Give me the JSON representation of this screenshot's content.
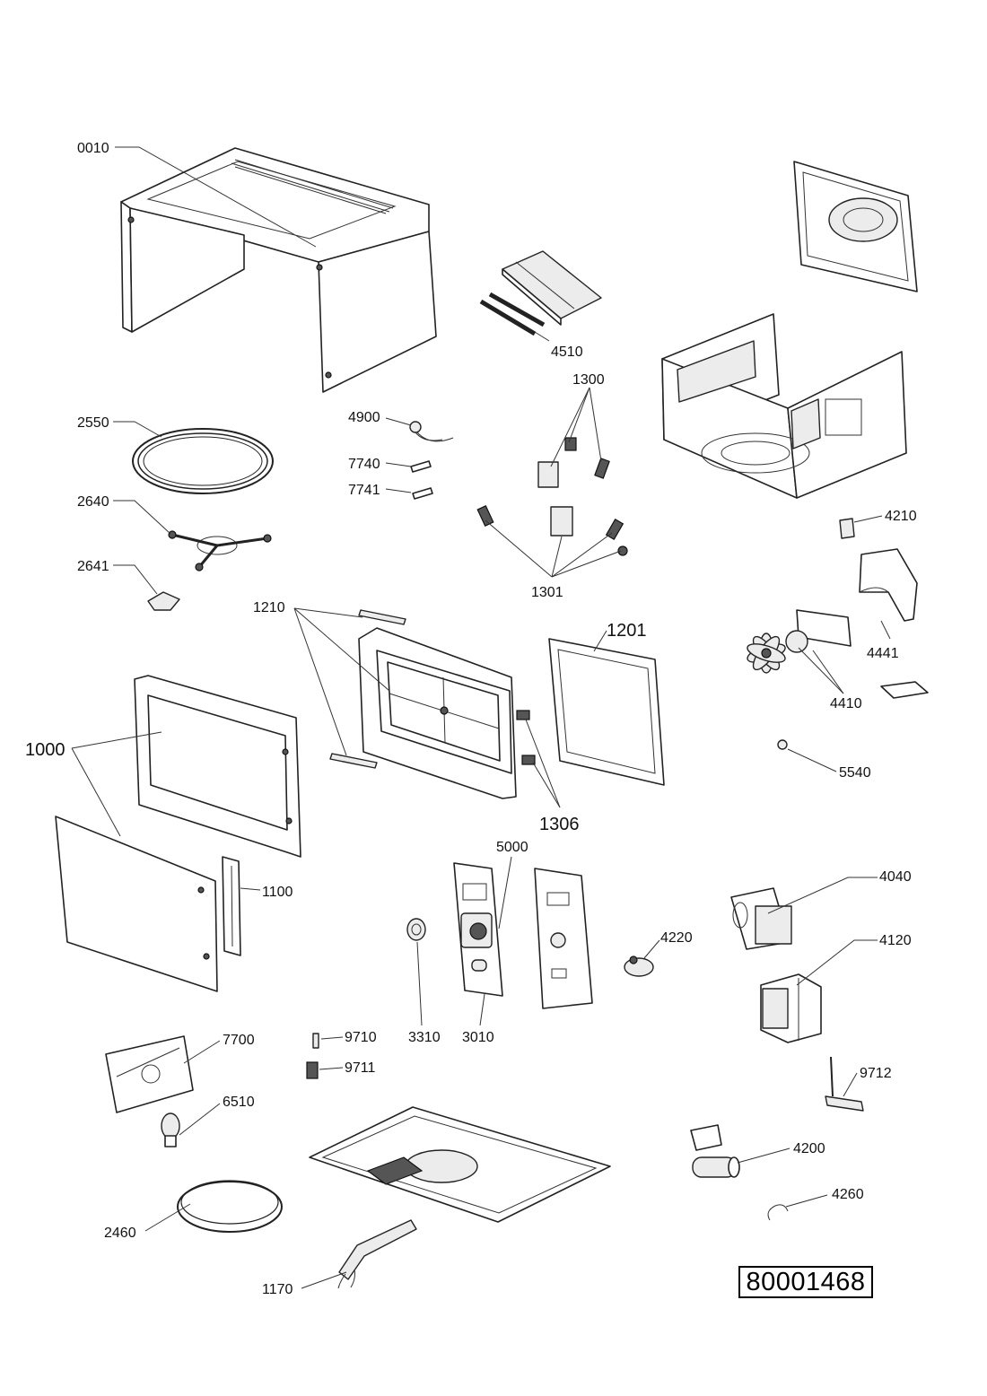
{
  "diagram": {
    "document_number": "80001468",
    "part_labels": {
      "p0010": "0010",
      "p4510": "4510",
      "p1300": "1300",
      "p4900": "4900",
      "p7740": "7740",
      "p7741": "7741",
      "p2550": "2550",
      "p2640": "2640",
      "p2641": "2641",
      "p1301": "1301",
      "p4210": "4210",
      "p1210": "1210",
      "p1201": "1201",
      "p4441": "4441",
      "p4410": "4410",
      "p1000": "1000",
      "p5540": "5540",
      "p1306": "1306",
      "p5000": "5000",
      "p4040": "4040",
      "p1100": "1100",
      "p4220": "4220",
      "p4120": "4120",
      "p9710": "9710",
      "p3310": "3310",
      "p3010": "3010",
      "p7700": "7700",
      "p9711": "9711",
      "p9712": "9712",
      "p6510": "6510",
      "p4200": "4200",
      "p4260": "4260",
      "p2460": "2460",
      "p1170": "1170"
    }
  }
}
